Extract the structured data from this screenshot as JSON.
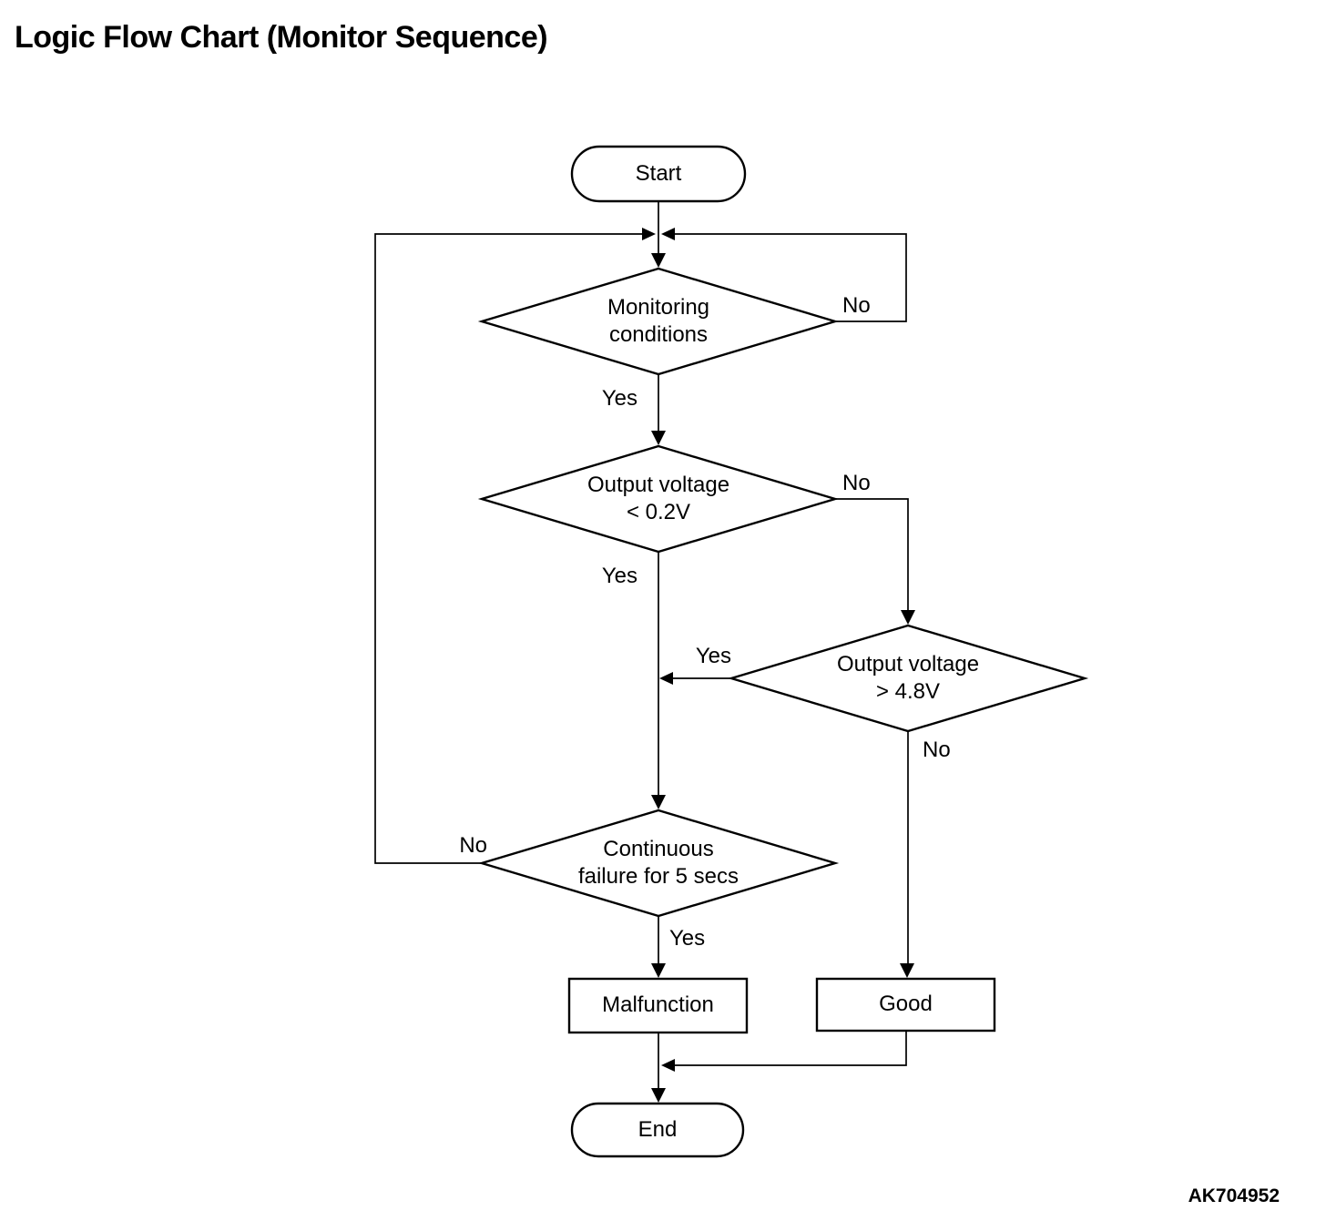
{
  "page": {
    "title": "Logic Flow Chart (Monitor Sequence)",
    "figure_code": "AK704952",
    "background_color": "#ffffff",
    "line_color": "#000000"
  },
  "flowchart": {
    "nodes": [
      {
        "id": "start",
        "type": "terminator",
        "label": "Start"
      },
      {
        "id": "monitoring-conditions",
        "type": "decision",
        "label": "Monitoring\nconditions"
      },
      {
        "id": "output-voltage-low",
        "type": "decision",
        "label": "Output voltage\n< 0.2V"
      },
      {
        "id": "output-voltage-high",
        "type": "decision",
        "label": "Output voltage\n> 4.8V"
      },
      {
        "id": "continuous-failure",
        "type": "decision",
        "label": "Continuous\nfailure for 5 secs"
      },
      {
        "id": "malfunction",
        "type": "process",
        "label": "Malfunction"
      },
      {
        "id": "good",
        "type": "process",
        "label": "Good"
      },
      {
        "id": "end",
        "type": "terminator",
        "label": "End"
      }
    ],
    "edges": [
      {
        "from": "start",
        "to": "monitoring-conditions",
        "label": ""
      },
      {
        "from": "monitoring-conditions",
        "to": "output-voltage-low",
        "label": "Yes"
      },
      {
        "from": "monitoring-conditions",
        "to": "loop-junction",
        "label": "No"
      },
      {
        "from": "output-voltage-low",
        "to": "output-voltage-high",
        "label": "No"
      },
      {
        "from": "output-voltage-low",
        "to": "continuous-failure",
        "label": "Yes"
      },
      {
        "from": "output-voltage-high",
        "to": "continuous-failure",
        "label": "Yes"
      },
      {
        "from": "output-voltage-high",
        "to": "good",
        "label": "No"
      },
      {
        "from": "continuous-failure",
        "to": "malfunction",
        "label": "Yes"
      },
      {
        "from": "continuous-failure",
        "to": "loop-junction",
        "label": "No"
      },
      {
        "from": "malfunction",
        "to": "end",
        "label": ""
      },
      {
        "from": "good",
        "to": "end",
        "label": ""
      }
    ]
  }
}
